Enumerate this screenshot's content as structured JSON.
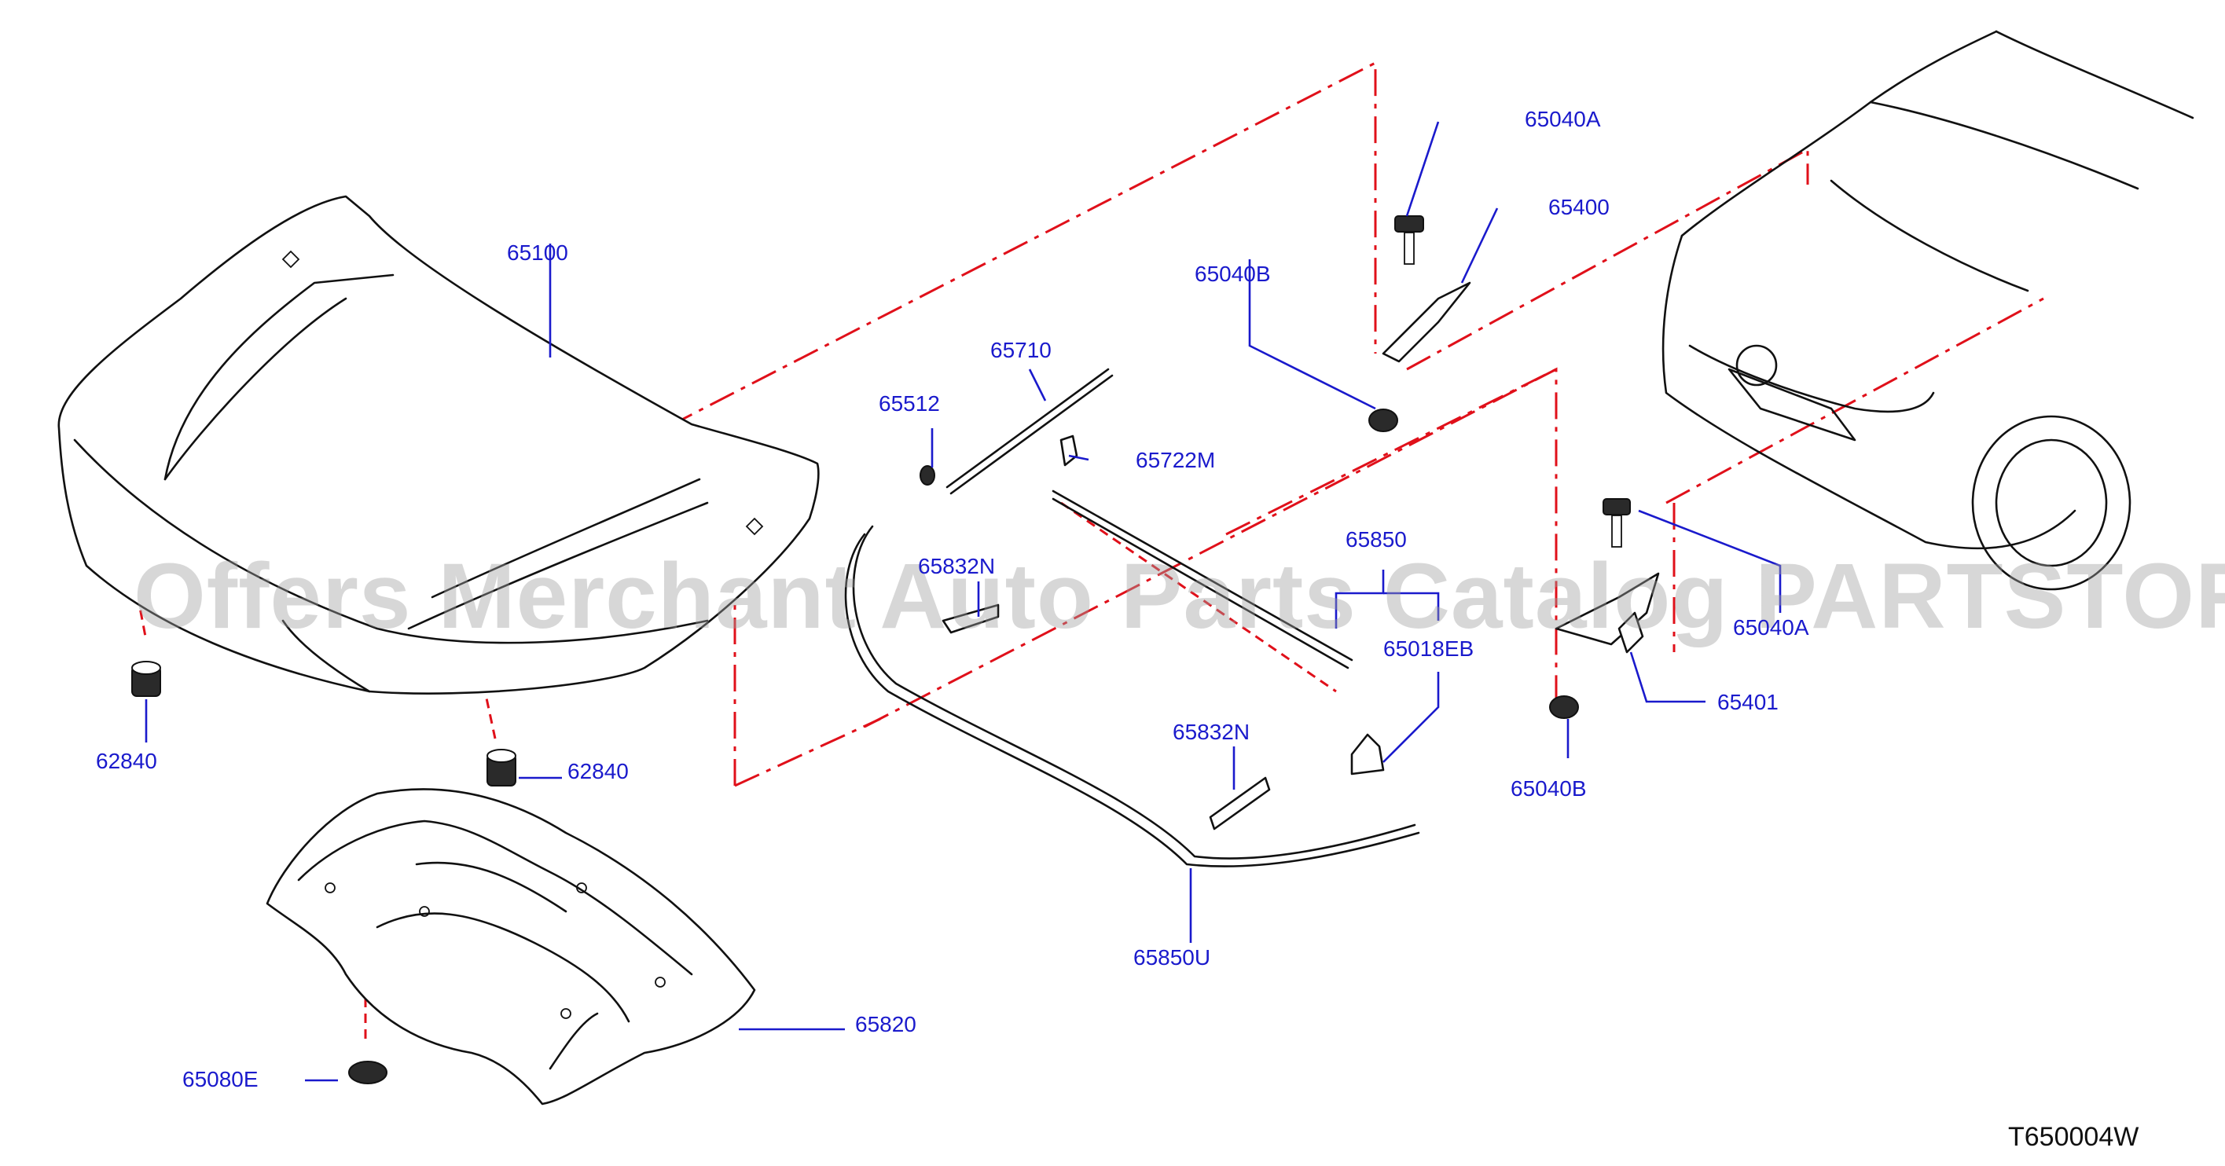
{
  "colors": {
    "callout": "#1a1acc",
    "reference_line": "#e0101a",
    "outline": "#111111"
  },
  "callouts": {
    "hood": "65100",
    "bolt_a_top": "65040A",
    "hinge_lh": "65400",
    "nut_b_top": "65040B",
    "hood_stay": "65710",
    "stay_grommet": "65512",
    "stay_clip": "65722M",
    "seal_upper": "65850",
    "seal_clip_lh": "65832N",
    "clip_eb": "65018EB",
    "bolt_a_right": "65040A",
    "hinge_rh": "65401",
    "nut_b_bottom": "65040B",
    "bumper_left": "62840",
    "bumper_center": "62840",
    "seal_clip_center": "65832N",
    "seal_lower": "65850U",
    "insulator": "65820",
    "insulator_clip": "65080E"
  },
  "diagram_code": "T650004W",
  "watermark": "Offers Merchant Auto Parts Catalog PARTSTORE.SA",
  "icons": [
    "hood-panel",
    "hood-hinge",
    "bolt",
    "nut",
    "hood-stay",
    "rubber-bumper",
    "hood-seal",
    "hood-insulator",
    "clip",
    "vehicle-front"
  ]
}
